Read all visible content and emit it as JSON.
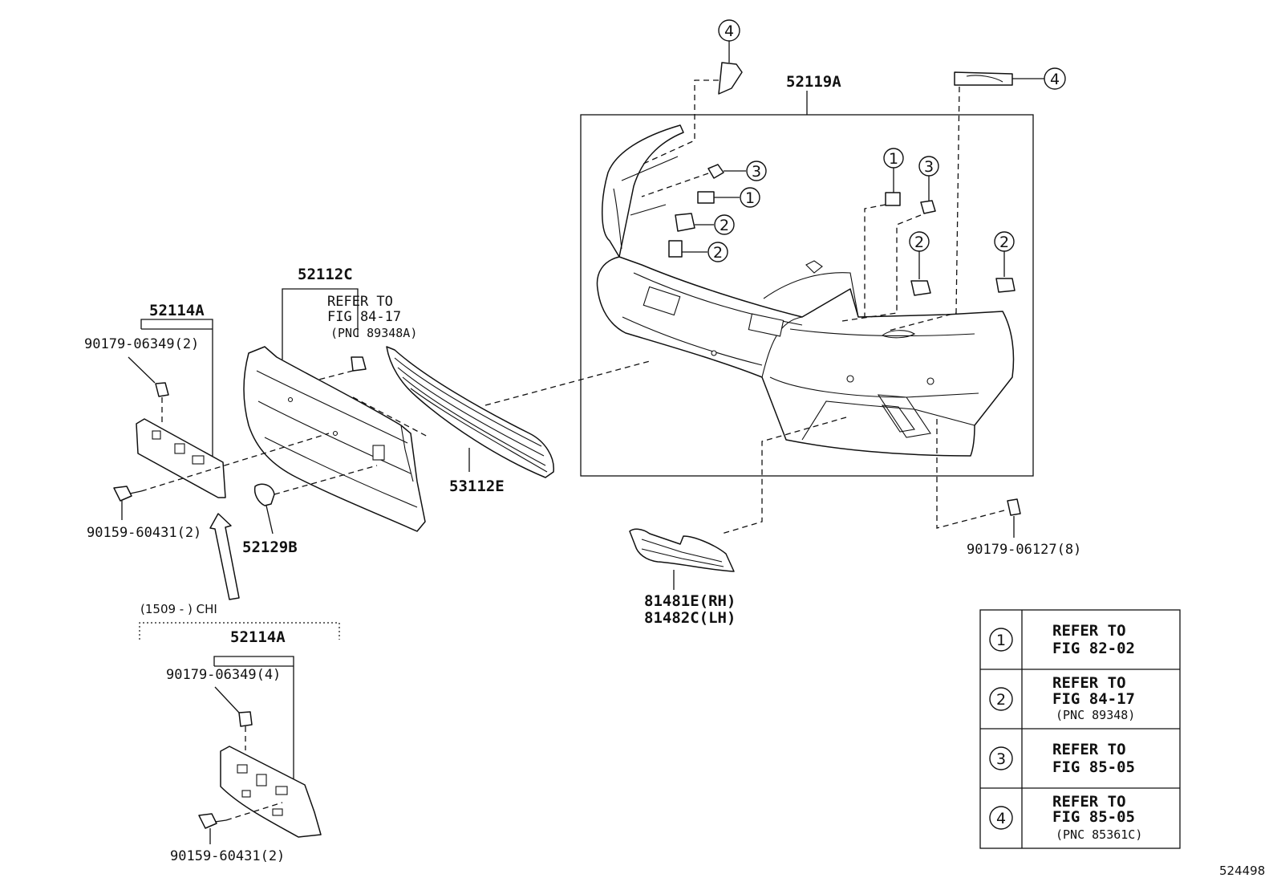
{
  "parts": {
    "bumper_cover": "52119A",
    "grille_retainer": "52112C",
    "grille_refer_line1": "REFER TO",
    "grille_refer_line2": "FIG 84-17",
    "grille_refer_line3": "(PNC 89348A)",
    "license_bracket_top": "52114A",
    "clip_top": "90179-06349(2)",
    "screw_top": "90159-60431(2)",
    "cap": "52129B",
    "lower_grille": "53112E",
    "fog_cover_rh": "81481E(RH)",
    "fog_cover_lh": "81482C(LH)",
    "nut": "90179-06127(8)",
    "variant_note": "(1509 -     ) CHI",
    "license_bracket_bottom": "52114A",
    "clip_bottom": "90179-06349(4)",
    "screw_bottom": "90159-60431(2)",
    "figure_number": "524498"
  },
  "callouts": {
    "c1": "1",
    "c2": "2",
    "c3": "3",
    "c4": "4"
  },
  "legend": [
    {
      "symbol": "1",
      "line1": "REFER TO",
      "line2": "FIG 82-02",
      "line3": ""
    },
    {
      "symbol": "2",
      "line1": "REFER TO",
      "line2": "FIG 84-17",
      "line3": "(PNC 89348)"
    },
    {
      "symbol": "3",
      "line1": "REFER TO",
      "line2": "FIG 85-05",
      "line3": ""
    },
    {
      "symbol": "4",
      "line1": "REFER TO",
      "line2": "FIG 85-05",
      "line3": "(PNC 85361C)"
    }
  ]
}
